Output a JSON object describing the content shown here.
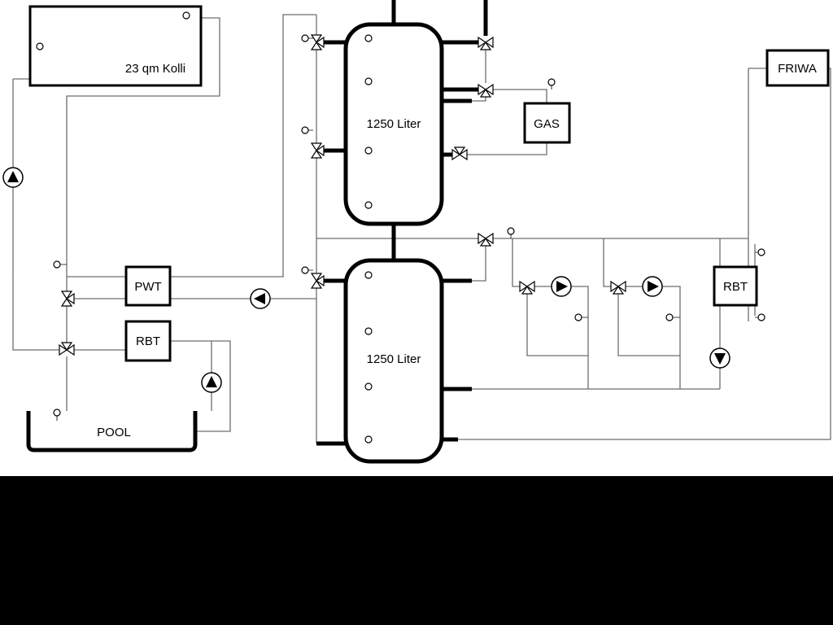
{
  "labels": {
    "collector": "23 qm Kolli",
    "tank_top": "1250 Liter",
    "tank_bottom": "1250 Liter",
    "gas": "GAS",
    "friwa": "FRIWA",
    "pwt": "PWT",
    "rbt_left": "RBT",
    "rbt_right": "RBT",
    "pool": "POOL"
  },
  "icons": {
    "pump": "circle-with-solid-triangle",
    "three_way_valve": "bowtie-triangle-valve",
    "sensor": "small-circle-with-stem"
  },
  "colors": {
    "pipe": "#6e6e6e",
    "component": "#000000",
    "background": "#ffffff",
    "bottom_band": "#000000"
  }
}
